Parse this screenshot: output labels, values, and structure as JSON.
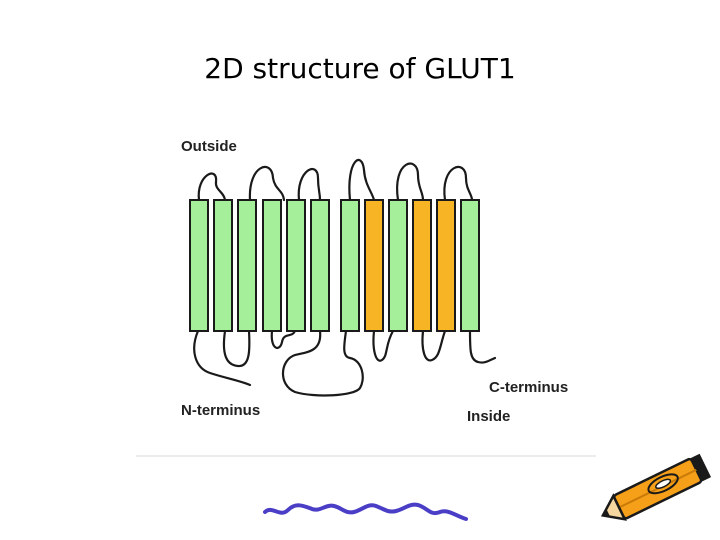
{
  "title": "2D structure of GLUT1",
  "labels": {
    "outside": "Outside",
    "inside": "Inside",
    "n_terminus": "N-terminus",
    "c_terminus": "C-terminus"
  },
  "colors": {
    "helix_green": "#a6ef9a",
    "helix_orange": "#f7b526",
    "scribble_purple": "#4a3ec7",
    "pencil_orange": "#f5a018"
  },
  "helices": [
    {
      "id": 1,
      "color": "green"
    },
    {
      "id": 2,
      "color": "green"
    },
    {
      "id": 3,
      "color": "green"
    },
    {
      "id": 4,
      "color": "green"
    },
    {
      "id": 5,
      "color": "green"
    },
    {
      "id": 6,
      "color": "green"
    },
    {
      "id": 7,
      "color": "green"
    },
    {
      "id": 8,
      "color": "orange"
    },
    {
      "id": 9,
      "color": "green"
    },
    {
      "id": 10,
      "color": "orange"
    },
    {
      "id": 11,
      "color": "orange"
    },
    {
      "id": 12,
      "color": "green"
    }
  ],
  "icons": [
    "pencil-icon",
    "scribble-decoration"
  ]
}
